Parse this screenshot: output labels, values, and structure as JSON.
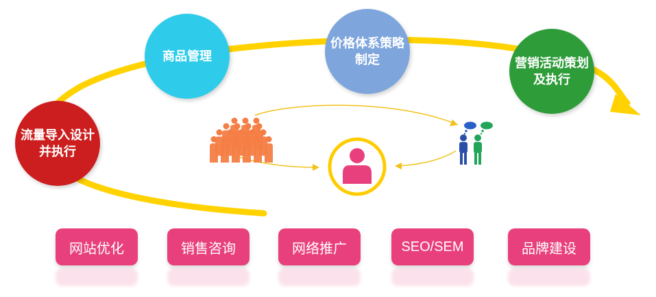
{
  "colors": {
    "path": "#FFD200",
    "thin_arrow": "#F2C21B",
    "button": "#E8407C",
    "crowd": "#F47E45",
    "center_person": "#E8407C",
    "center_ring": "#FFCC00",
    "person_blue": "#2B4FA8",
    "person_green": "#22A55A",
    "bubble_blue": "#2B5FC8",
    "bubble_green": "#22A55A"
  },
  "nodes": [
    {
      "id": "traffic",
      "lines": [
        "流量导入设计",
        "并执行"
      ],
      "color": "#CC1E1E"
    },
    {
      "id": "product",
      "lines": [
        "商品管理"
      ],
      "color": "#2ECCEA"
    },
    {
      "id": "pricing",
      "lines": [
        "价格体系策略",
        "制定"
      ],
      "color": "#7EA6DD"
    },
    {
      "id": "marketing",
      "lines": [
        "营销活动策划",
        "及执行"
      ],
      "color": "#2F9C3A"
    }
  ],
  "services": [
    "网站优化",
    "销售咨询",
    "网络推广",
    "SEO/SEM",
    "品牌建设"
  ],
  "icons": [
    "crowd-icon",
    "customer-icon",
    "consulting-people-icon",
    "speech-bubble-icon",
    "arrow-icon"
  ]
}
